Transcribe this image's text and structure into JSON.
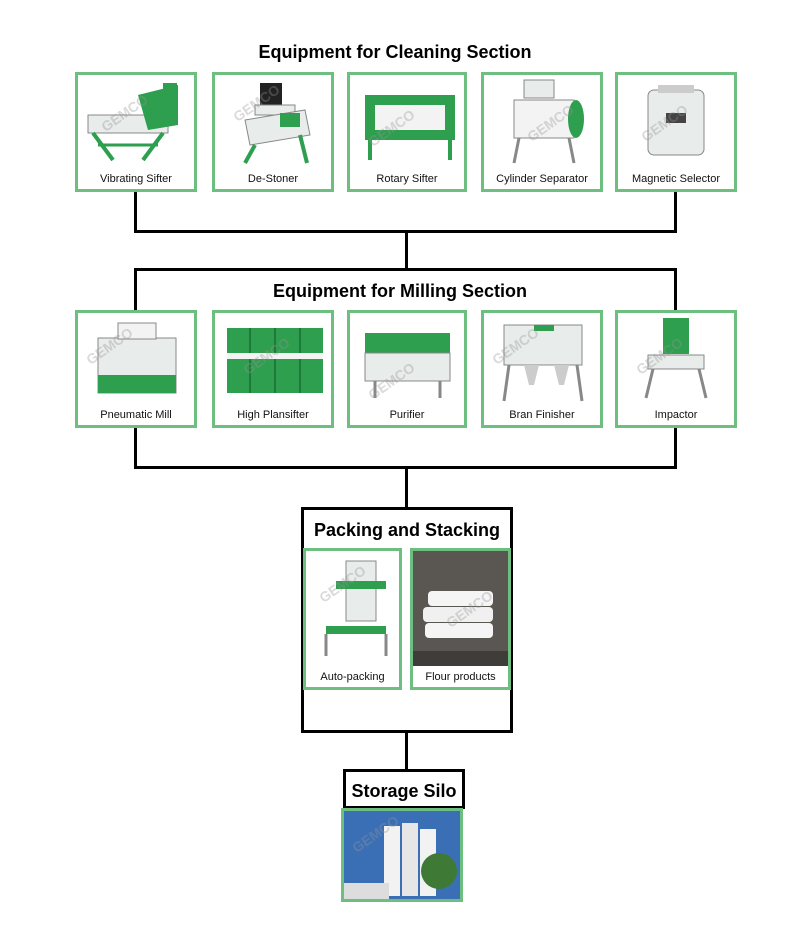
{
  "cleaning": {
    "title": "Equipment for Cleaning Section",
    "items": [
      {
        "label": "Vibrating Sifter",
        "icon": "vibrating-sifter-machine"
      },
      {
        "label": "De-Stoner",
        "icon": "de-stoner-machine"
      },
      {
        "label": "Rotary Sifter",
        "icon": "rotary-sifter-machine"
      },
      {
        "label": "Cylinder Separator",
        "icon": "cylinder-separator-machine"
      },
      {
        "label": "Magnetic Selector",
        "icon": "magnetic-selector-machine"
      }
    ]
  },
  "milling": {
    "title": "Equipment for Milling Section",
    "items": [
      {
        "label": "Pneumatic Mill",
        "icon": "pneumatic-mill-machine"
      },
      {
        "label": "High Plansifter",
        "icon": "high-plansifter-machine"
      },
      {
        "label": "Purifier",
        "icon": "purifier-machine"
      },
      {
        "label": "Bran Finisher",
        "icon": "bran-finisher-machine"
      },
      {
        "label": "Impactor",
        "icon": "impactor-machine"
      }
    ]
  },
  "packing": {
    "title": "Packing and Stacking",
    "items": [
      {
        "label": "Auto-packing",
        "icon": "auto-packing-machine"
      },
      {
        "label": "Flour products",
        "icon": "flour-bags-photo"
      }
    ]
  },
  "storage": {
    "title": "Storage Silo",
    "icon": "storage-silo-photo"
  },
  "watermark": "GEMCO",
  "colors": {
    "card_border": "#6cbf7f",
    "machine_green": "#2e9e4f",
    "machine_body": "#e8ecea"
  }
}
